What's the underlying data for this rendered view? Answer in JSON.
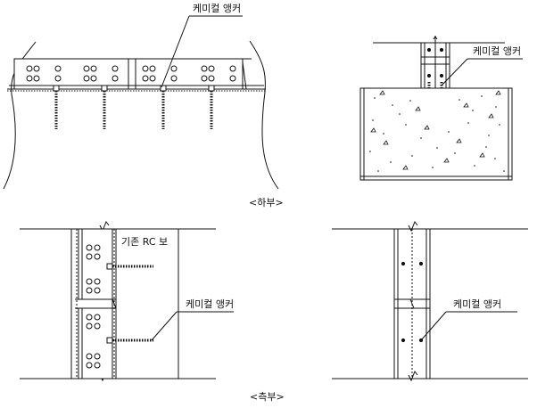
{
  "labels": {
    "bottom_beam_anchor": "케미컬 앵커",
    "bottom_column_anchor": "케미컬 앵커",
    "existing_rc_beam": "기존 RC 보",
    "side_left_anchor": "케미컬 앵커",
    "side_right_anchor": "케미컬 앵커"
  },
  "captions": {
    "bottom": "<하부>",
    "side": "<측부>"
  },
  "colors": {
    "line": "#111111",
    "fill": "#ffffff"
  }
}
